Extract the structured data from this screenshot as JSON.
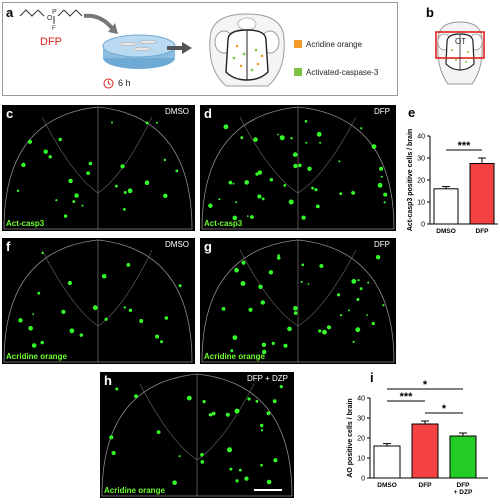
{
  "panels": {
    "a": {
      "letter": "a",
      "drug": "DFP",
      "time": "6 h",
      "legend": [
        {
          "label": "Acridine orange",
          "color": "#f39a2b"
        },
        {
          "label": "Activated-caspase-3",
          "color": "#7dc242"
        }
      ]
    },
    "b": {
      "letter": "b",
      "ot": "OT"
    },
    "c": {
      "letter": "c",
      "condition": "DMSO",
      "stain": "Act-casp3"
    },
    "d": {
      "letter": "d",
      "condition": "DFP",
      "stain": "Act-casp3"
    },
    "e": {
      "letter": "e"
    },
    "f": {
      "letter": "f",
      "condition": "DMSO",
      "stain": "Acridine orange"
    },
    "g": {
      "letter": "g",
      "condition": "DFP",
      "stain": "Acridine orange"
    },
    "h": {
      "letter": "h",
      "condition": "DFP + DZP",
      "stain": "Acridine orange"
    },
    "i": {
      "letter": "i"
    }
  },
  "chart_data": [
    {
      "type": "bar",
      "panel": "e",
      "ylabel": "Act-casp3 positive cells / brain",
      "categories": [
        "DMSO",
        "DFP"
      ],
      "values": [
        16,
        27.5
      ],
      "errors": [
        1,
        2.5
      ],
      "colors": [
        "#ffffff",
        "#f44242"
      ],
      "ylim": [
        0,
        40
      ],
      "yticks": [
        0,
        10,
        20,
        30,
        40
      ],
      "significance": [
        {
          "from": 0,
          "to": 1,
          "label": "***"
        }
      ]
    },
    {
      "type": "bar",
      "panel": "i",
      "ylabel": "AO positive cells / brain",
      "categories": [
        "DMSO",
        "DFP",
        "DFP + DZP"
      ],
      "values": [
        16,
        27,
        21
      ],
      "errors": [
        1.2,
        1.5,
        1.5
      ],
      "colors": [
        "#ffffff",
        "#f44242",
        "#22cc22"
      ],
      "ylim": [
        0,
        40
      ],
      "yticks": [
        0,
        10,
        20,
        30,
        40
      ],
      "significance": [
        {
          "from": 0,
          "to": 2,
          "label": "*"
        },
        {
          "from": 0,
          "to": 1,
          "label": "***"
        },
        {
          "from": 1,
          "to": 2,
          "label": "*"
        }
      ]
    }
  ]
}
